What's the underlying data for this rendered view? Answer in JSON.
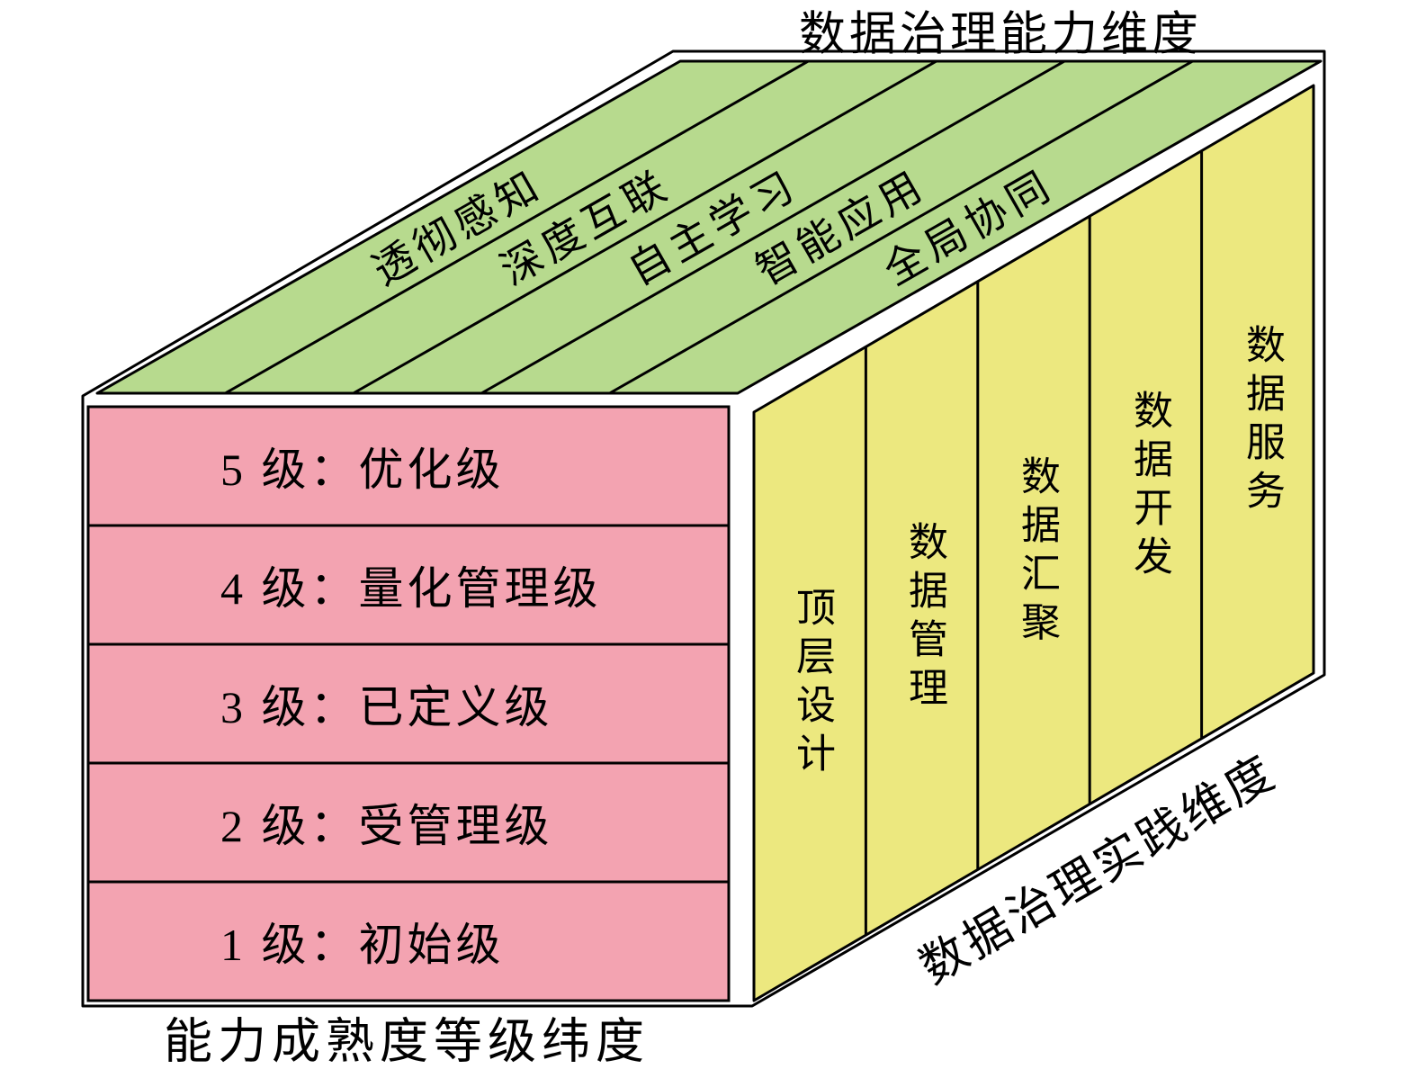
{
  "diagram": {
    "top_dimension_title": "数据治理能力维度",
    "bottom_dimension_title": "能力成熟度等级纬度",
    "right_dimension_title": "数据治理实践维度",
    "top_face": {
      "bands": [
        "透彻感知",
        "深度互联",
        "自主学习",
        "智能应用",
        "全局协同"
      ]
    },
    "front_face": {
      "rows": [
        "5 级：优化级",
        "4 级：量化管理级",
        "3 级：已定义级",
        "2 级：受管理级",
        "1 级：初始级"
      ]
    },
    "right_face": {
      "columns": [
        "顶层设计",
        "数据管理",
        "数据汇聚",
        "数据开发",
        "数据服务"
      ]
    }
  },
  "colors": {
    "top_face_green": "#b7da8e",
    "front_face_pink": "#f3a3b1",
    "right_face_yellow": "#ece87f",
    "outline": "#000000",
    "background": "#ffffff"
  }
}
